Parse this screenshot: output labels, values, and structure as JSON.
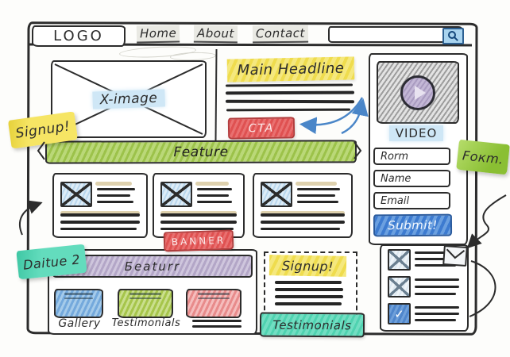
{
  "header": {
    "logo": "LOGO",
    "nav": [
      "Home",
      "About",
      "Contact"
    ],
    "search": {
      "value": "",
      "icon": "magnifier"
    }
  },
  "hero": {
    "image_label": "X-image"
  },
  "notes": {
    "signup_left": "Signup!",
    "form": "Foкm.",
    "feature2": "Daitue 2"
  },
  "main": {
    "headline": "Main Headline",
    "cta": "CTA",
    "feature_banner": "Feature",
    "banner_badge": "BANNER"
  },
  "feature2": {
    "banner": "Бeaturr",
    "gallery_label": "Gallery",
    "testimonials_label": "Testimonials"
  },
  "signup_box": {
    "title": "Signup!"
  },
  "testimonials_banner": {
    "label": "Testimonials"
  },
  "sidebar": {
    "video_label": "VIDEO",
    "form": {
      "fields": [
        "Rorm",
        "Name",
        "Email"
      ],
      "submit": "Submit!"
    }
  },
  "colors": {
    "sticky_yellow": "#f2de4e",
    "feature_green": "#a9cc55",
    "cta_red": "#e05252",
    "teal": "#4fd2b0",
    "purple": "#b7abc9",
    "submit_blue": "#3b7ed0",
    "highlight_blue": "#cfe7f6",
    "note_green": "#94c73d",
    "search_blue": "#a9d4ef",
    "ink": "#2c2c2c"
  }
}
